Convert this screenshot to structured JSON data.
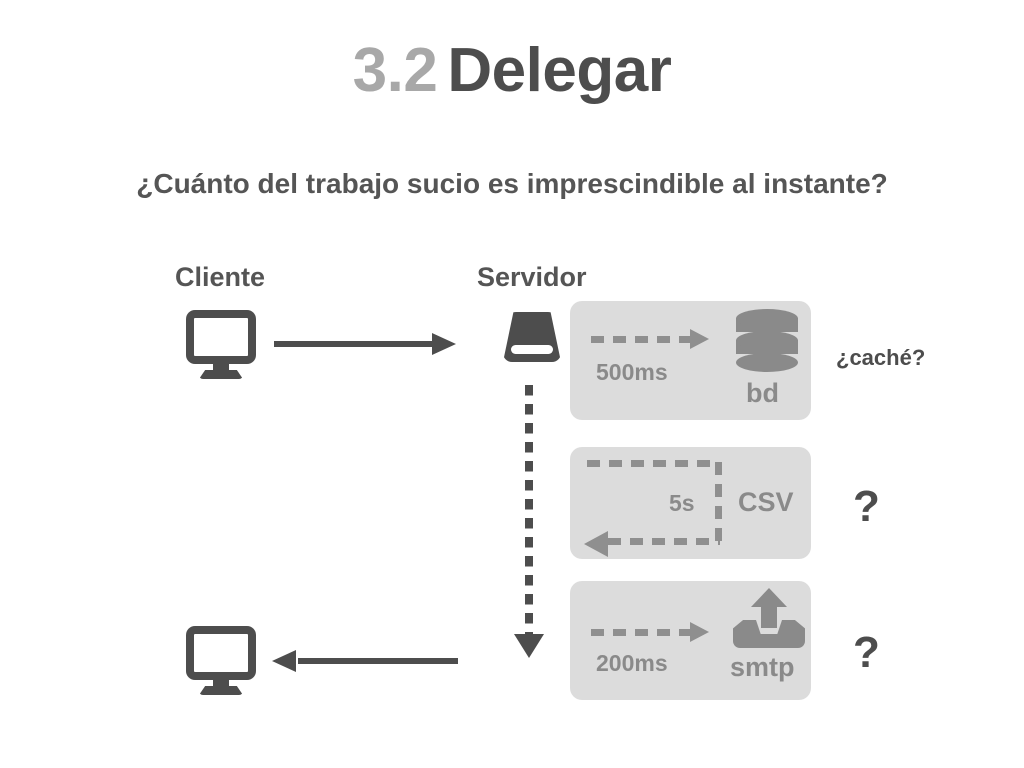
{
  "slide": {
    "title": {
      "number": "3.2",
      "text": "Delegar"
    },
    "subtitle": "¿Cuánto del trabajo sucio es imprescindible al instante?",
    "columns": {
      "client_label": "Cliente",
      "server_label": "Servidor"
    },
    "services": [
      {
        "name": "bd",
        "latency": "500ms",
        "icon": "database-icon",
        "annotation": "¿caché?",
        "flow": "one-way"
      },
      {
        "name": "CSV",
        "latency": "5s",
        "icon": "csv-loop",
        "annotation": "?",
        "flow": "round-trip"
      },
      {
        "name": "smtp",
        "latency": "200ms",
        "icon": "outbox-upload-icon",
        "annotation": "?",
        "flow": "one-way"
      }
    ],
    "colors": {
      "background": "#ffffff",
      "title_number": "#a8a8a8",
      "title_text": "#4d4d4d",
      "body_text": "#555555",
      "box_fill": "#dcdcdc",
      "box_content": "#8a8a8a",
      "arrow_dark": "#4d4d4d"
    }
  }
}
